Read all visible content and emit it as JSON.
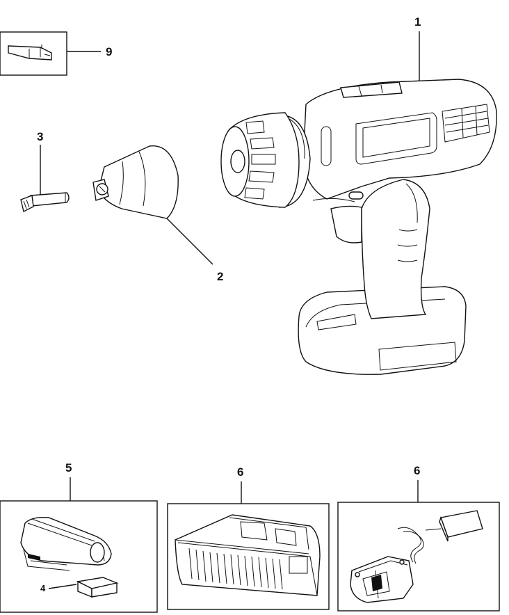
{
  "callouts": {
    "drill_body": "1",
    "chuck": "2",
    "chuck_screw": "3",
    "battery_cover": "4",
    "battery": "5",
    "charger": "6",
    "charger_alt": "6",
    "belt_clip": "9"
  }
}
